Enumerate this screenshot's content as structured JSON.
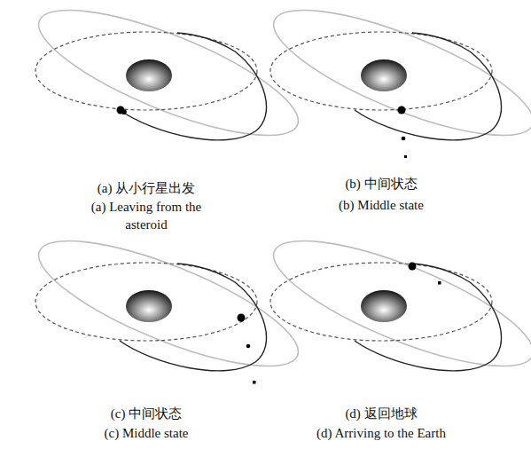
{
  "diagram": {
    "labels": [
      "(a) 从小行星出发",
      "(a) Leaving from the asteroid",
      "(b) 中间状态",
      "(b) Middle state",
      "(c) 中间状态",
      "(c) Middle state",
      "(d) 返回地球",
      "(d) Arriving to the Earth"
    ]
  }
}
